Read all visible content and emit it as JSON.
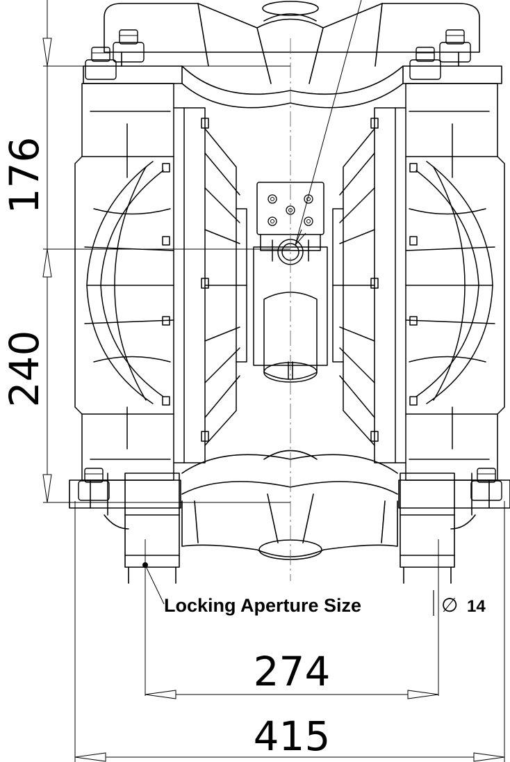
{
  "dimensions": {
    "upper_height": "176",
    "lower_height": "240",
    "aperture_spacing": "274",
    "overall_width": "415"
  },
  "annotation": {
    "label": "Locking Aperture Size",
    "symbol": "∅",
    "value": "14"
  },
  "colors": {
    "line": "#000000",
    "background": "#ffffff"
  }
}
